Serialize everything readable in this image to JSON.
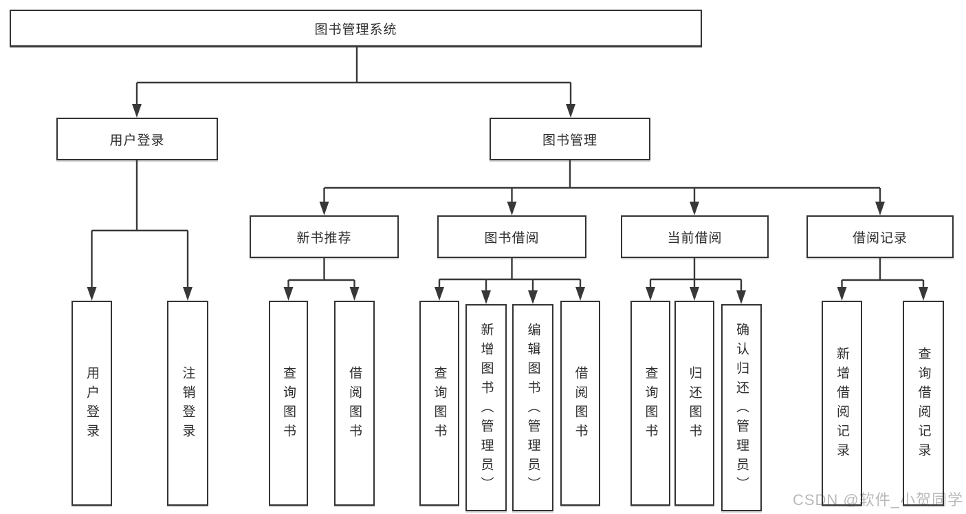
{
  "tree": {
    "root": {
      "label": "图书管理系统"
    },
    "branches": [
      {
        "label": "用户登录",
        "children": [
          {
            "label": "用户登录"
          },
          {
            "label": "注销登录"
          }
        ]
      },
      {
        "label": "图书管理",
        "children": [
          {
            "label": "新书推荐",
            "children": [
              {
                "label": "查询图书"
              },
              {
                "label": "借阅图书"
              }
            ]
          },
          {
            "label": "图书借阅",
            "children": [
              {
                "label": "查询图书"
              },
              {
                "label": "新增图书（管理员）"
              },
              {
                "label": "编辑图书（管理员）"
              },
              {
                "label": "借阅图书"
              }
            ]
          },
          {
            "label": "当前借阅",
            "children": [
              {
                "label": "查询图书"
              },
              {
                "label": "归还图书"
              },
              {
                "label": "确认归还（管理员）"
              }
            ]
          },
          {
            "label": "借阅记录",
            "children": [
              {
                "label": "新增借阅记录"
              },
              {
                "label": "查询借阅记录"
              }
            ]
          }
        ]
      }
    ]
  },
  "watermark": "CSDN @软件_小贺同学",
  "colors": {
    "line": "#383838",
    "box_border": "#333333",
    "box_fill": "#ffffff",
    "text": "#2e2e2e",
    "watermark": "#b9b9b9"
  }
}
